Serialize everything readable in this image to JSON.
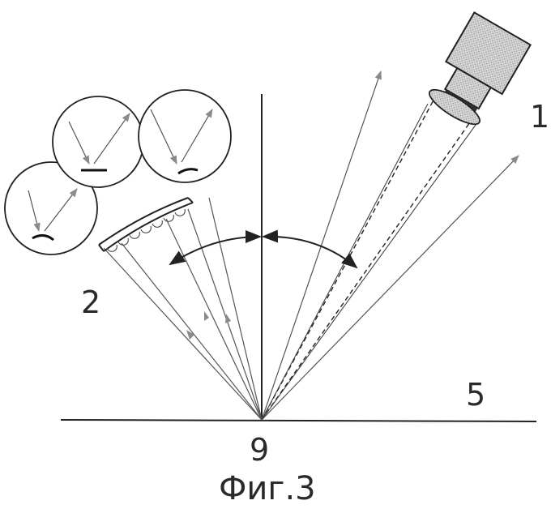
{
  "labels": {
    "camera": "1",
    "optic": "2",
    "surface": "5",
    "point": "9",
    "caption": "Фиг.3"
  },
  "colors": {
    "ink": "#222222",
    "ray": "#555555",
    "device_fill": "#bdbdbd",
    "arrowhead": "#8a8a8a"
  }
}
